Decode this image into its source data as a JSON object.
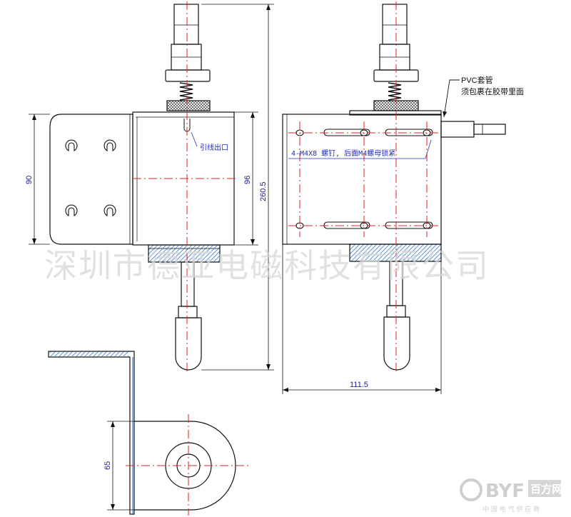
{
  "dimensions": {
    "bracket_height": "90",
    "body_height": "96",
    "total_length": "260.5",
    "total_width": "111.5",
    "bracket_depth": "65"
  },
  "annotations": {
    "pvc_line1": "PVC套管",
    "pvc_line2": "须包裹在胶带里面",
    "screws": "4-M4X8 螺钉, 后面M4螺母锁紧",
    "small_label": "引线出口"
  },
  "watermark": {
    "company": "深圳市德亚电磁科技有限公司",
    "logo_text": "BYF",
    "logo_cn": "百方网",
    "logo_tagline": "中 国 电 气 供 应 商"
  },
  "colors": {
    "line": "#111111",
    "center": "#e02020",
    "dim": "#2020a0",
    "hatch": "#3c7fd0"
  }
}
